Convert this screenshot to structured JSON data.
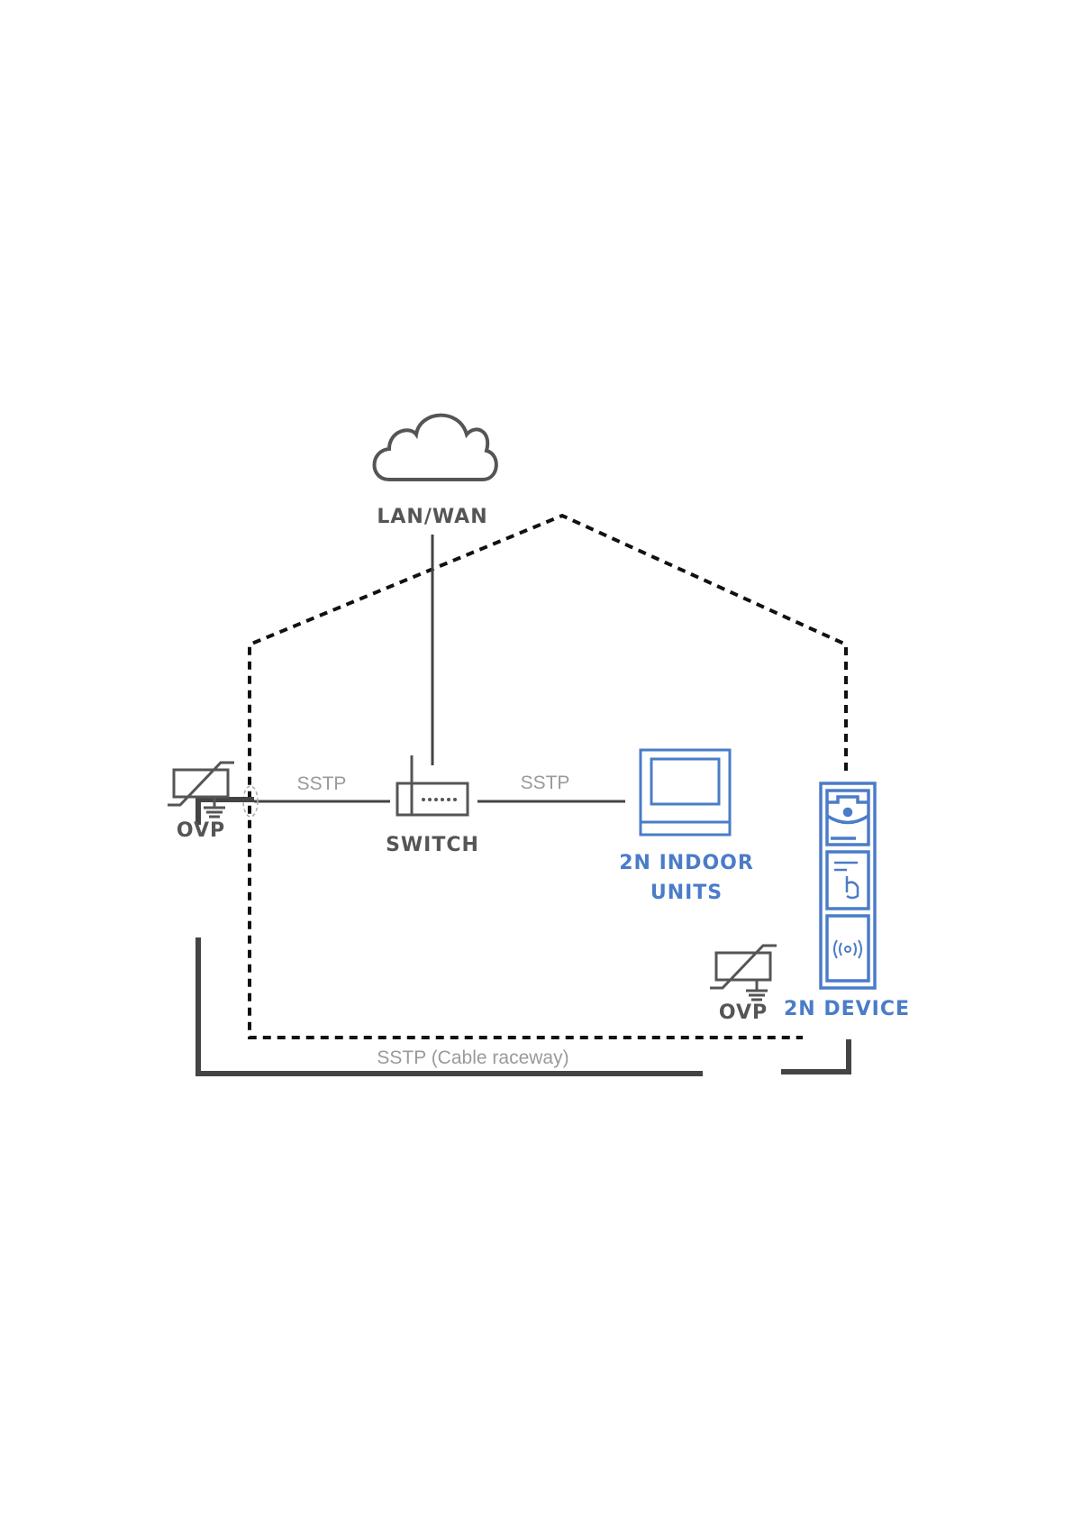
{
  "labels": {
    "cloud": "LAN/WAN",
    "switch": "SWITCH",
    "indoor_line1": "2N INDOOR",
    "indoor_line2": "UNITS",
    "device": "2N DEVICE",
    "ovp_left": "OVP",
    "ovp_right": "OVP",
    "sstp_left": "SSTP",
    "sstp_right": "SSTP",
    "sstp_raceway": "SSTP (Cable raceway)"
  },
  "colors": {
    "dark": "#555555",
    "blue": "#4a7cc8",
    "line": "#222222"
  }
}
